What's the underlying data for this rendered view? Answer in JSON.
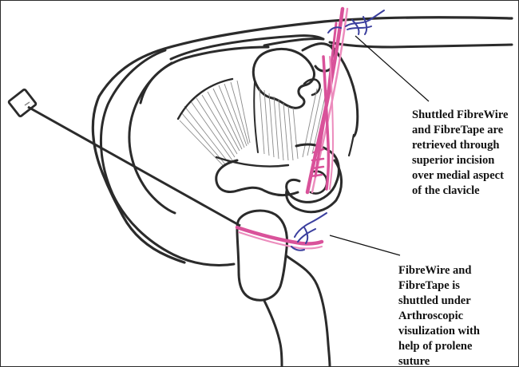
{
  "annotations": {
    "upper": {
      "lines": [
        "Shuttled FibreWire",
        "and FibreTape are",
        "retrieved through",
        "superior incision",
        "over medial aspect",
        "of the clavicle"
      ]
    },
    "lower": {
      "lines": [
        "FibreWire and",
        "FibreTape is",
        "shuttled under",
        "Arthroscopic",
        "visulization with",
        "help of prolene",
        "suture"
      ]
    }
  },
  "colors": {
    "bone_outline": "#2b2b2b",
    "suture_tape": "#d9529a",
    "suture_tape_light": "#ec8cbd",
    "prolene_suture": "#3b3f9e",
    "ligament_hatching": "#8a8a8a",
    "leader_line": "#111111"
  }
}
